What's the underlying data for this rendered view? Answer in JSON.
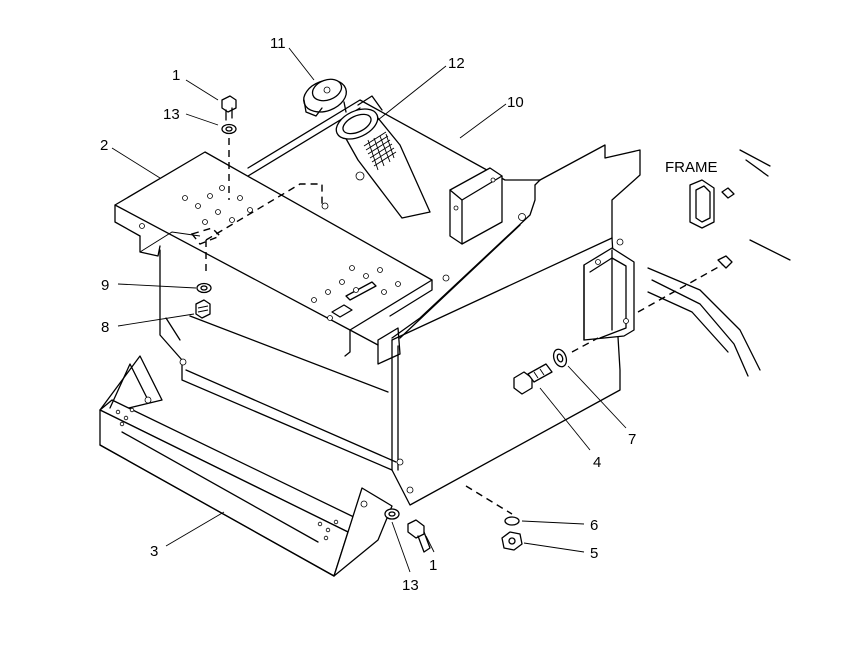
{
  "frame_label": "FRAME",
  "callouts": [
    {
      "id": "c1a",
      "label": "1"
    },
    {
      "id": "c13a",
      "label": "13"
    },
    {
      "id": "c2",
      "label": "2"
    },
    {
      "id": "c11",
      "label": "11"
    },
    {
      "id": "c12",
      "label": "12"
    },
    {
      "id": "c10",
      "label": "10"
    },
    {
      "id": "c9",
      "label": "9"
    },
    {
      "id": "c8",
      "label": "8"
    },
    {
      "id": "c3",
      "label": "3"
    },
    {
      "id": "c13b",
      "label": "13"
    },
    {
      "id": "c1b",
      "label": "1"
    },
    {
      "id": "c4",
      "label": "4"
    },
    {
      "id": "c7",
      "label": "7"
    },
    {
      "id": "c6",
      "label": "6"
    },
    {
      "id": "c5",
      "label": "5"
    }
  ]
}
